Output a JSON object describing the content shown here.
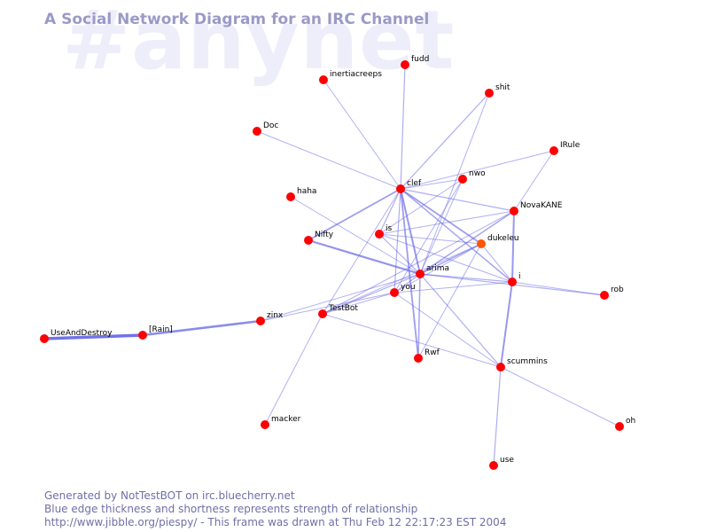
{
  "watermark": "#anynet",
  "title": "A Social Network Diagram for an IRC Channel",
  "footer": [
    "Generated by NotTestBOT on irc.bluecherry.net",
    "Blue edge thickness and shortness represents strength of relationship",
    "http://www.jibble.org/piespy/ - This frame was drawn at Thu Feb 12 22:17:23 EST 2004"
  ],
  "colors": {
    "node": "#ff0000",
    "node_highlight": "#ff5500",
    "edge": "#6a6ae8",
    "title": "#9a9ac8",
    "watermark": "#eeeefb"
  },
  "nodes": [
    {
      "id": "inertiacreeps",
      "label": "inertiacreeps"
    },
    {
      "id": "fudd",
      "label": "fudd"
    },
    {
      "id": "shit",
      "label": "shit"
    },
    {
      "id": "Doc",
      "label": "Doc"
    },
    {
      "id": "IRule",
      "label": "IRule"
    },
    {
      "id": "clef",
      "label": "clef"
    },
    {
      "id": "nwo",
      "label": "nwo"
    },
    {
      "id": "haha",
      "label": "haha"
    },
    {
      "id": "NovaKANE",
      "label": "NovaKANE"
    },
    {
      "id": "is",
      "label": "is"
    },
    {
      "id": "Nifty",
      "label": "Nifty"
    },
    {
      "id": "dukeleu",
      "label": "dukeleu"
    },
    {
      "id": "arima",
      "label": "arima"
    },
    {
      "id": "i",
      "label": "i"
    },
    {
      "id": "you",
      "label": "you"
    },
    {
      "id": "rob",
      "label": "rob"
    },
    {
      "id": "TestBot",
      "label": "TestBot"
    },
    {
      "id": "zinx",
      "label": "zinx"
    },
    {
      "id": "Rain",
      "label": "[Rain]"
    },
    {
      "id": "UseAndDestroy",
      "label": "UseAndDestroy"
    },
    {
      "id": "Rwf",
      "label": "Rwf"
    },
    {
      "id": "scummins",
      "label": "scummins"
    },
    {
      "id": "macker",
      "label": "macker"
    },
    {
      "id": "oh",
      "label": "oh"
    },
    {
      "id": "use",
      "label": "use"
    }
  ],
  "edges": [
    {
      "a": "UseAndDestroy",
      "b": "Rain",
      "w": 3.5
    },
    {
      "a": "Rain",
      "b": "zinx",
      "w": 2.5
    },
    {
      "a": "zinx",
      "b": "arima",
      "w": 1
    },
    {
      "a": "zinx",
      "b": "you",
      "w": 1
    },
    {
      "a": "Nifty",
      "b": "arima",
      "w": 2.2
    },
    {
      "a": "Nifty",
      "b": "clef",
      "w": 1.8
    },
    {
      "a": "clef",
      "b": "arima",
      "w": 2
    },
    {
      "a": "clef",
      "b": "fudd",
      "w": 1.2
    },
    {
      "a": "clef",
      "b": "inertiacreeps",
      "w": 1
    },
    {
      "a": "clef",
      "b": "Doc",
      "w": 1
    },
    {
      "a": "clef",
      "b": "shit",
      "w": 1.2
    },
    {
      "a": "clef",
      "b": "nwo",
      "w": 1
    },
    {
      "a": "clef",
      "b": "IRule",
      "w": 1
    },
    {
      "a": "clef",
      "b": "NovaKANE",
      "w": 1.2
    },
    {
      "a": "clef",
      "b": "dukeleu",
      "w": 1.8
    },
    {
      "a": "clef",
      "b": "i",
      "w": 1.5
    },
    {
      "a": "clef",
      "b": "is",
      "w": 1.2
    },
    {
      "a": "clef",
      "b": "Rwf",
      "w": 1.8
    },
    {
      "a": "clef",
      "b": "you",
      "w": 1.2
    },
    {
      "a": "clef",
      "b": "TestBot",
      "w": 1
    },
    {
      "a": "haha",
      "b": "arima",
      "w": 1
    },
    {
      "a": "is",
      "b": "arima",
      "w": 1.2
    },
    {
      "a": "is",
      "b": "dukeleu",
      "w": 1
    },
    {
      "a": "is",
      "b": "NovaKANE",
      "w": 1
    },
    {
      "a": "is",
      "b": "nwo",
      "w": 1
    },
    {
      "a": "is",
      "b": "i",
      "w": 1
    },
    {
      "a": "arima",
      "b": "dukeleu",
      "w": 1.5
    },
    {
      "a": "arima",
      "b": "NovaKANE",
      "w": 1.5
    },
    {
      "a": "arima",
      "b": "i",
      "w": 1.2
    },
    {
      "a": "arima",
      "b": "rob",
      "w": 1.2
    },
    {
      "a": "arima",
      "b": "Rwf",
      "w": 1.5
    },
    {
      "a": "arima",
      "b": "you",
      "w": 1.2
    },
    {
      "a": "arima",
      "b": "TestBot",
      "w": 1.2
    },
    {
      "a": "arima",
      "b": "scummins",
      "w": 1.2
    },
    {
      "a": "arima",
      "b": "shit",
      "w": 1
    },
    {
      "a": "arima",
      "b": "nwo",
      "w": 1
    },
    {
      "a": "i",
      "b": "NovaKANE",
      "w": 2
    },
    {
      "a": "i",
      "b": "scummins",
      "w": 2
    },
    {
      "a": "i",
      "b": "rob",
      "w": 1
    },
    {
      "a": "i",
      "b": "dukeleu",
      "w": 1
    },
    {
      "a": "i",
      "b": "you",
      "w": 1
    },
    {
      "a": "you",
      "b": "dukeleu",
      "w": 1
    },
    {
      "a": "you",
      "b": "scummins",
      "w": 1
    },
    {
      "a": "you",
      "b": "nwo",
      "w": 1
    },
    {
      "a": "you",
      "b": "TestBot",
      "w": 1
    },
    {
      "a": "TestBot",
      "b": "NovaKANE",
      "w": 1
    },
    {
      "a": "TestBot",
      "b": "macker",
      "w": 1
    },
    {
      "a": "TestBot",
      "b": "scummins",
      "w": 1
    },
    {
      "a": "TestBot",
      "b": "dukeleu",
      "w": 1
    },
    {
      "a": "scummins",
      "b": "oh",
      "w": 1
    },
    {
      "a": "scummins",
      "b": "use",
      "w": 1.2
    },
    {
      "a": "NovaKANE",
      "b": "IRule",
      "w": 1
    },
    {
      "a": "Rwf",
      "b": "dukeleu",
      "w": 1
    }
  ]
}
